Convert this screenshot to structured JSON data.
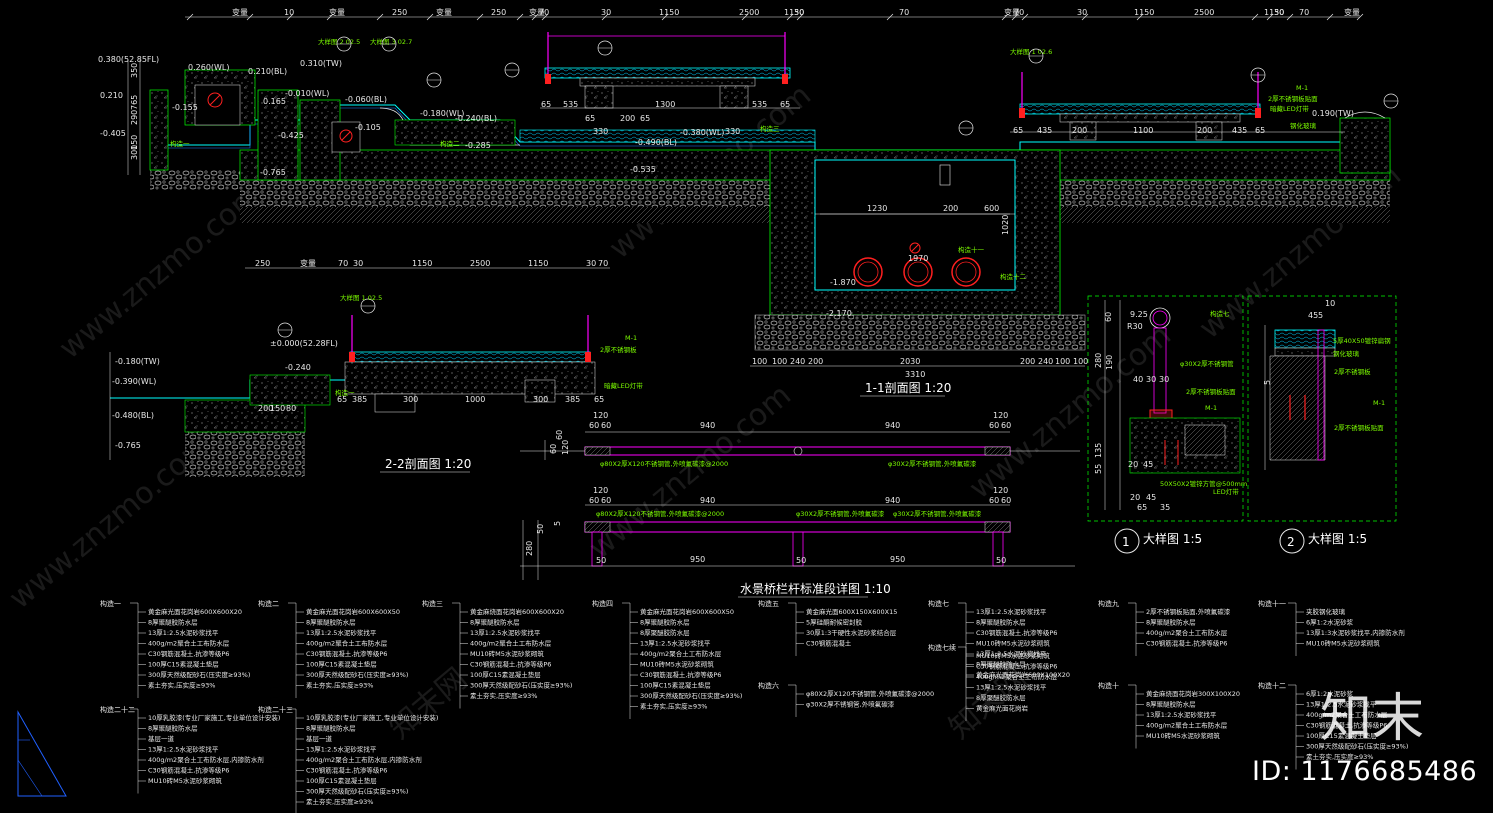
{
  "colors": {
    "background": "#000000",
    "dimension": "#e8e8e8",
    "green": "#00ff00",
    "cyan": "#00ffff",
    "magenta": "#ff00ff",
    "red": "#ff2020",
    "yellow": "#ffff00",
    "gravel": "#bbbbbb"
  },
  "titles": {
    "section_1_1": "1-1剖面图 1:20",
    "section_2_2": "2-2剖面图 1:20",
    "railing": "水景桥栏杆标准段详图 1:10",
    "detail_1": "大样图 1:5",
    "detail_2": "大样图 1:5",
    "detail_1_num": "1",
    "detail_2_num": "2"
  },
  "top_dims": [
    "变量",
    "10",
    "变量",
    "250",
    "变量",
    "250",
    "变量",
    "70",
    "30",
    "1150",
    "2500",
    "1150",
    "30",
    "70",
    "变量",
    "70",
    "30",
    "1150",
    "2500",
    "1150",
    "30",
    "70",
    "变量"
  ],
  "section_1_1": {
    "levels": [
      "0.380(52.85FL)",
      "0.210",
      "-0.405",
      "0.260(WL)",
      "0.210(BL)",
      "0.310(TW)",
      "-0.010(WL)",
      "-0.060(BL)",
      "-0.155",
      "0.165",
      "-0.425",
      "-0.105",
      "-0.180(WL)",
      "-0.240(BL)",
      "-0.285",
      "-0.380(WL)",
      "-0.490(BL)",
      "-0.535",
      "-0.765",
      "0.190(TW)",
      "-2.170",
      "-1.870"
    ],
    "dims_bottom": [
      "100",
      "100",
      "240",
      "200",
      "2030",
      "200",
      "240",
      "100",
      "100",
      "3310"
    ],
    "dims_mid": [
      "65",
      "535",
      "1300",
      "535",
      "65",
      "65",
      "200",
      "65",
      "330",
      "330",
      "65",
      "435",
      "200",
      "1100",
      "200",
      "435",
      "65",
      "1230",
      "200",
      "600",
      "1020",
      "1970"
    ],
    "callouts": [
      "大样图 2 02.5",
      "大样图 3 02.7",
      "大样图 1 02.6",
      "M-1",
      "2厚不锈钢板贴面",
      "暗藏LED灯带",
      "钢化玻璃",
      "构造一",
      "构造二",
      "构造三",
      "构造十一",
      "构造十二"
    ]
  },
  "section_2_2": {
    "top_dims": [
      "250",
      "变量",
      "70",
      "30",
      "1150",
      "2500",
      "1150",
      "30",
      "70"
    ],
    "levels": [
      "-0.180(TW)",
      "-0.390(WL)",
      "-0.480(BL)",
      "-0.765",
      "±0.000(52.28FL)",
      "-0.240"
    ],
    "bottom_dims": [
      "200",
      "150",
      "80",
      "65",
      "385",
      "300",
      "1000",
      "300",
      "385",
      "65"
    ],
    "callouts": [
      "大样图 1 02.5",
      "M-1",
      "2厚不锈钢板",
      "暗藏LED灯带",
      "构造一"
    ]
  },
  "railing": {
    "top_dims": [
      "120",
      "60",
      "60",
      "940",
      "940",
      "120",
      "60",
      "60"
    ],
    "notes": [
      "φ80X2厚X120不锈钢管,外喷氟碳漆@2000",
      "φ30X2厚不锈钢管,外喷氟碳漆",
      "φ80X2厚X120不锈钢管,外喷氟碳漆@2000",
      "φ30X2厚不锈钢管,外喷氟碳漆",
      "φ30X2厚不锈钢管,外喷氟碳漆"
    ],
    "bottom_dims": [
      "950",
      "950",
      "50",
      "50",
      "50"
    ],
    "side_dims": [
      "280",
      "50",
      "5",
      "120",
      "60",
      "60"
    ]
  },
  "detail_1": {
    "dims": [
      "R30",
      "9.25",
      "60",
      "280",
      "190",
      "40",
      "30",
      "30",
      "135",
      "55",
      "20",
      "45",
      "65",
      "35",
      "20",
      "45"
    ],
    "notes": [
      "φ30X2厚不锈钢管",
      "2厚不锈钢板贴面",
      "M-1",
      "50X50X2镀锌方管@500mm",
      "LED灯带"
    ]
  },
  "detail_2": {
    "dims": [
      "10",
      "45",
      "5",
      "5"
    ],
    "notes": [
      "5厚40X50镀锌扁钢",
      "钢化玻璃",
      "2厚不锈钢板",
      "M-1",
      "2厚不锈钢板贴面"
    ]
  },
  "construction_notes": [
    {
      "head": "构造一",
      "lines": [
        "黄金麻光面花岗岩600X600X20",
        "8厚聚醚胶防水层",
        "13厚1:2.5水泥砂浆找平",
        "400g/m2聚合土工布防水层",
        "C30钢筋混凝土,抗渗等级P6",
        "100厚C15素混凝土垫层",
        "300厚天然级配砂石(压实度≥93%)",
        "素土夯实,压实度≥93%"
      ]
    },
    {
      "head": "构造二",
      "lines": [
        "黄金麻光面花岗岩600X600X50",
        "8厚聚醚胶防水层",
        "13厚1:2.5水泥砂浆找平",
        "400g/m2聚合土工布防水层",
        "C30钢筋混凝土,抗渗等级P6",
        "100厚C15素混凝土垫层",
        "300厚天然级配砂石(压实度≥93%)",
        "素土夯实,压实度≥93%"
      ]
    },
    {
      "head": "构造三",
      "lines": [
        "黄金麻烧面花岗岩600X600X20",
        "8厚聚醚胶防水层",
        "13厚1:2.5水泥砂浆找平",
        "400g/m2聚合土工布防水层",
        "MU10砖M5水泥砂浆砌筑",
        "C30钢筋混凝土,抗渗等级P6",
        "100厚C15素混凝土垫层",
        "300厚天然级配砂石(压实度≥93%)",
        "素土夯实,压实度≥93%"
      ]
    },
    {
      "head": "构造四",
      "lines": [
        "黄金麻光面花岗岩600X600X50",
        "8厚聚醚胶防水层",
        "8厚聚醚胶防水层",
        "13厚1:2.5水泥砂浆找平",
        "400g/m2聚合土工布防水层",
        "MU10砖M5水泥砂浆砌筑",
        "C30钢筋混凝土,抗渗等级P6",
        "100厚C15素混凝土垫层",
        "300厚天然级配砂石(压实度≥93%)",
        "素土夯实,压实度≥93%"
      ]
    },
    {
      "head": "构造五",
      "lines": [
        "黄金麻光面600X150X600X15",
        "5厚硅酮耐候密封胶",
        "30厚1:3干硬性水泥砂浆结合层",
        "C30钢筋混凝土"
      ]
    },
    {
      "head": "构造六",
      "lines": [
        "φ80X2厚X120不锈钢管,外喷氟碳漆@2000",
        "φ30X2厚不锈钢管,外喷氟碳漆"
      ]
    },
    {
      "head": "构造七",
      "lines": [
        "13厚1:2.5水泥砂浆找平",
        "8厚聚醚胶防水层",
        "C30钢筋混凝土,抗渗等级P6",
        "MU10砖M5水泥砂浆砌筑",
        "13厚1:2.5水泥砂浆找平",
        "8厚聚醚胶防水层",
        "黄金麻光面花岗岩600X100X20"
      ]
    },
    {
      "head": "构造七续",
      "lines": [
        "MU10砖M5水泥砂浆砌筑",
        "C30钢筋混凝土,抗渗等级P6",
        "400g/m2聚合土工布防水层",
        "13厚1:2.5水泥砂浆找平",
        "8厚聚醚胶防水层",
        "黄金麻光面花岗岩"
      ]
    },
    {
      "head": "构造九",
      "lines": [
        "2厚不锈钢板贴面,外喷氟碳漆",
        "8厚聚醚胶防水层",
        "400g/m2聚合土工布防水层",
        "C30钢筋混凝土,抗渗等级P6"
      ]
    },
    {
      "head": "构造十",
      "lines": [
        "黄金麻烧面花岗岩300X100X20",
        "8厚聚醚胶防水层",
        "13厚1:2.5水泥砂浆找平",
        "400g/m2聚合土工布防水层",
        "MU10砖M5水泥砂浆砌筑"
      ]
    },
    {
      "head": "构造十一",
      "lines": [
        "夹胶钢化玻璃",
        "6厚1:2水泥砂浆",
        "13厚1:3水泥砂浆找平,内掺防水剂",
        "MU10砖M5水泥砂浆砌筑"
      ]
    },
    {
      "head": "构造十二",
      "lines": [
        "6厚1:2水泥砂浆",
        "13厚1:2.5水泥砂浆找平",
        "400g/m2聚合土工布防水层",
        "C30钢筋混凝土,抗渗等级P6",
        "100厚C15素混凝土垫层",
        "300厚天然级配砂石(压实度≥93%)",
        "素土夯实,压实度≥93%"
      ]
    },
    {
      "head": "构造二十二",
      "lines": [
        "10厚乳胶漆(专业厂家施工,专业单位设计安装)",
        "8厚聚醚胶防水层",
        "基层一道",
        "13厚1:2.5水泥砂浆找平",
        "400g/m2聚合土工布防水层,内掺防水剂",
        "C30钢筋混凝土,抗渗等级P6",
        "MU10砖M5水泥砂浆砌筑"
      ]
    },
    {
      "head": "构造二十三",
      "lines": [
        "10厚乳胶漆(专业厂家施工,专业单位设计安装)",
        "8厚聚醚胶防水层",
        "基层一道",
        "13厚1:2.5水泥砂浆找平",
        "400g/m2聚合土工布防水层,内掺防水剂",
        "C30钢筋混凝土,抗渗等级P6",
        "100厚C15素混凝土垫层",
        "300厚天然级配砂石(压实度≥93%)",
        "素土夯实,压实度≥93%"
      ]
    }
  ],
  "watermark": {
    "site": "www.znzmo.com",
    "site_cn": "知末网",
    "logo": "知末",
    "id": "ID: 1176685486"
  }
}
